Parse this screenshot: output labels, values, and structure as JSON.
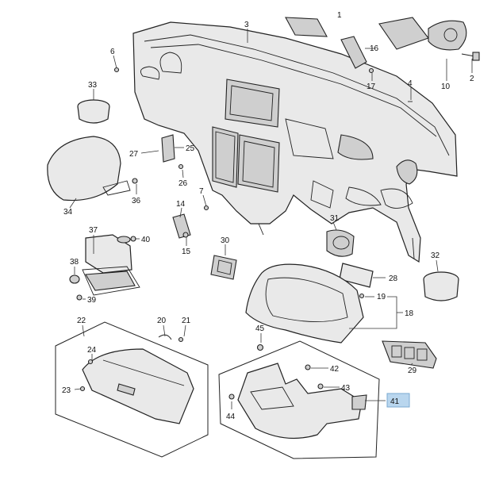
{
  "diagram": {
    "highlight_color": "#b9d6ee",
    "callouts": {
      "c1": "1",
      "c2": "2",
      "c3": "3",
      "c4": "4",
      "c6": "6",
      "c7": "7",
      "c10": "10",
      "c14": "14",
      "c15": "15",
      "c16": "16",
      "c17": "17",
      "c18": "18",
      "c19": "19",
      "c20": "20",
      "c21": "21",
      "c22": "22",
      "c23": "23",
      "c24": "24",
      "c25": "25",
      "c26": "26",
      "c27": "27",
      "c28": "28",
      "c29": "29",
      "c30": "30",
      "c31": "31",
      "c32": "32",
      "c33": "33",
      "c34": "34",
      "c36": "36",
      "c37": "37",
      "c38": "38",
      "c39": "39",
      "c40": "40",
      "c41": "41",
      "c42": "42",
      "c43": "43",
      "c44": "44",
      "c45": "45"
    }
  }
}
